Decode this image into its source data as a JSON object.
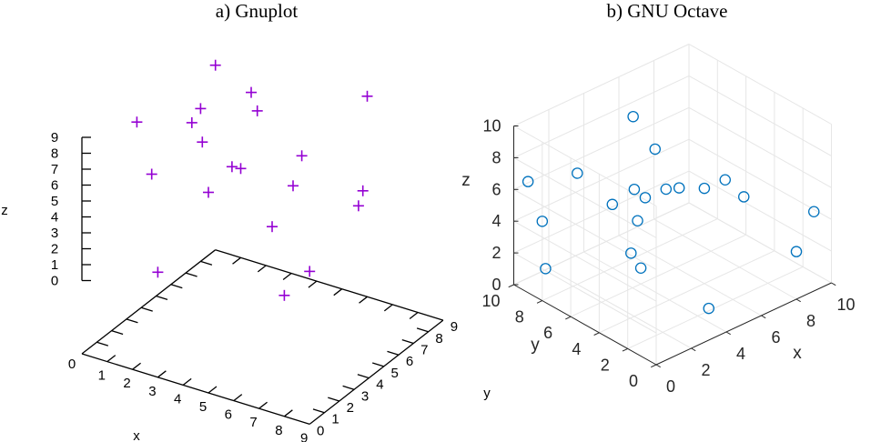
{
  "chart_data": [
    {
      "type": "scatter",
      "title": "a) Gnuplot",
      "xlabel": "x",
      "ylabel": "",
      "zlabel": "z",
      "x_ticks": [
        "0",
        "1",
        "2",
        "3",
        "4",
        "5",
        "6",
        "7",
        "8",
        "9"
      ],
      "y_ticks": [
        "0",
        "1",
        "2",
        "3",
        "4",
        "5",
        "6",
        "7",
        "8",
        "9"
      ],
      "z_ticks": [
        "0",
        "1",
        "2",
        "3",
        "4",
        "5",
        "6",
        "7",
        "8",
        "9"
      ],
      "marker": "plus",
      "color": "#9400d3",
      "points": [
        {
          "x": 1,
          "y": 2,
          "z": 9
        },
        {
          "x": 0,
          "y": 8,
          "z": 5
        },
        {
          "x": 3,
          "y": 0,
          "z": 2
        },
        {
          "x": 2,
          "y": 4,
          "z": 8
        },
        {
          "x": 8,
          "y": 0,
          "z": 3
        },
        {
          "x": 5,
          "y": 0,
          "z": 8
        },
        {
          "x": 4,
          "y": 5,
          "z": 9
        },
        {
          "x": 9,
          "y": 0,
          "z": 5
        },
        {
          "x": 3,
          "y": 5,
          "z": 5
        },
        {
          "x": 1,
          "y": 3,
          "z": 5
        },
        {
          "x": 4,
          "y": 8,
          "z": 4
        },
        {
          "x": 8,
          "y": 5,
          "z": 5
        },
        {
          "x": 1,
          "y": 9,
          "z": 1
        },
        {
          "x": 4,
          "y": 6,
          "z": 1
        },
        {
          "x": 2,
          "y": 8,
          "z": 7
        },
        {
          "x": 6,
          "y": 4,
          "z": 6
        },
        {
          "x": 3,
          "y": 3,
          "z": 8
        },
        {
          "x": 0,
          "y": 9,
          "z": 7
        },
        {
          "x": 7,
          "y": 7,
          "z": 4
        },
        {
          "x": 6,
          "y": 9,
          "z": 8
        }
      ]
    },
    {
      "type": "scatter",
      "title": "b) GNU Octave",
      "xlabel": "x",
      "ylabel": "y",
      "zlabel": "z",
      "x_ticks": [
        "0",
        "2",
        "4",
        "6",
        "8",
        "10"
      ],
      "y_ticks": [
        "0",
        "2",
        "4",
        "6",
        "8",
        "10"
      ],
      "z_ticks": [
        "0",
        "2",
        "4",
        "6",
        "8",
        "10"
      ],
      "xlim": [
        0,
        10
      ],
      "ylim": [
        0,
        10
      ],
      "zlim": [
        0,
        10
      ],
      "grid": true,
      "marker": "circle",
      "color": "#0072bd",
      "points": [
        {
          "x": 1,
          "y": 2,
          "z": 9
        },
        {
          "x": 0,
          "y": 8,
          "z": 5
        },
        {
          "x": 3,
          "y": 0,
          "z": 2
        },
        {
          "x": 2,
          "y": 4,
          "z": 8
        },
        {
          "x": 8,
          "y": 0,
          "z": 3
        },
        {
          "x": 5,
          "y": 0,
          "z": 8
        },
        {
          "x": 4,
          "y": 5,
          "z": 9
        },
        {
          "x": 9,
          "y": 0,
          "z": 5
        },
        {
          "x": 3,
          "y": 5,
          "z": 5
        },
        {
          "x": 1,
          "y": 3,
          "z": 5
        },
        {
          "x": 4,
          "y": 8,
          "z": 4
        },
        {
          "x": 8,
          "y": 5,
          "z": 5
        },
        {
          "x": 1,
          "y": 9,
          "z": 1
        },
        {
          "x": 4,
          "y": 6,
          "z": 1
        },
        {
          "x": 2,
          "y": 8,
          "z": 7
        },
        {
          "x": 6,
          "y": 4,
          "z": 6
        },
        {
          "x": 3,
          "y": 3,
          "z": 8
        },
        {
          "x": 0,
          "y": 9,
          "z": 7
        },
        {
          "x": 7,
          "y": 7,
          "z": 4
        },
        {
          "x": 6,
          "y": 9,
          "z": 8
        }
      ]
    }
  ]
}
